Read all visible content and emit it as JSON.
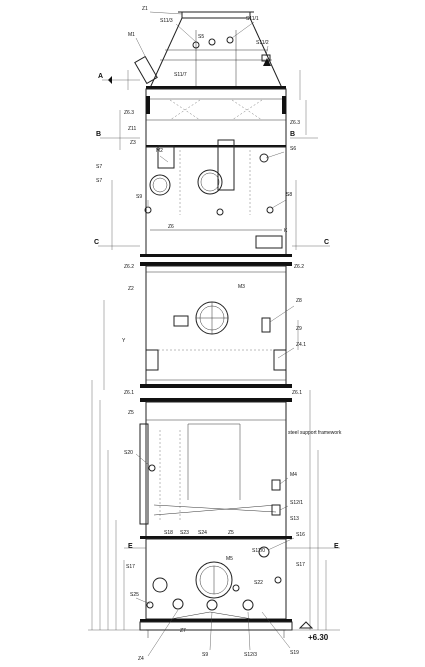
{
  "sections": {
    "a": "A",
    "b": "B",
    "c": "C",
    "e": "E"
  },
  "nozzles": [
    {
      "id": "n-z1",
      "label": "Z1"
    },
    {
      "id": "n-s11-3",
      "label": "S11/3"
    },
    {
      "id": "n-s11-1",
      "label": "S11/1"
    },
    {
      "id": "n-m1",
      "label": "M1"
    },
    {
      "id": "n-s5",
      "label": "S5"
    },
    {
      "id": "n-s11-2",
      "label": "S11/2"
    },
    {
      "id": "n-s11-7",
      "label": "S11/7"
    },
    {
      "id": "n-z6-3",
      "label": "Z6.3"
    },
    {
      "id": "n-z11",
      "label": "Z11"
    },
    {
      "id": "n-z6-3b",
      "label": "Z6.3"
    },
    {
      "id": "n-s6",
      "label": "S6"
    },
    {
      "id": "n-z3",
      "label": "Z3"
    },
    {
      "id": "n-m2",
      "label": "M2"
    },
    {
      "id": "n-s7a",
      "label": "S7"
    },
    {
      "id": "n-s7b",
      "label": "S7"
    },
    {
      "id": "n-s9",
      "label": "S9"
    },
    {
      "id": "n-s8",
      "label": "S8"
    },
    {
      "id": "n-z6",
      "label": "Z6"
    },
    {
      "id": "n-k",
      "label": "K"
    },
    {
      "id": "n-z6-2",
      "label": "Z6.2"
    },
    {
      "id": "n-z6-2b",
      "label": "Z6.2"
    },
    {
      "id": "n-z2",
      "label": "Z2"
    },
    {
      "id": "n-m3",
      "label": "M3"
    },
    {
      "id": "n-z8",
      "label": "Z8"
    },
    {
      "id": "n-z9",
      "label": "Z9"
    },
    {
      "id": "n-y",
      "label": "Y"
    },
    {
      "id": "n-z4-1",
      "label": "Z4.1"
    },
    {
      "id": "n-z6-1",
      "label": "Z6.1"
    },
    {
      "id": "n-z6-1b",
      "label": "Z6.1"
    },
    {
      "id": "n-z5",
      "label": "Z5"
    },
    {
      "id": "n-s20",
      "label": "S20"
    },
    {
      "id": "n-m4",
      "label": "M4"
    },
    {
      "id": "n-s12-1",
      "label": "S12/1"
    },
    {
      "id": "n-s13",
      "label": "S13"
    },
    {
      "id": "n-s16",
      "label": "S16"
    },
    {
      "id": "n-s18",
      "label": "S18"
    },
    {
      "id": "n-s23",
      "label": "S23"
    },
    {
      "id": "n-s24",
      "label": "S24"
    },
    {
      "id": "n-z5b",
      "label": "Z5"
    },
    {
      "id": "n-m5",
      "label": "M5"
    },
    {
      "id": "n-s12-0",
      "label": "S12/0"
    },
    {
      "id": "n-s17a",
      "label": "S17"
    },
    {
      "id": "n-s17b",
      "label": "S17"
    },
    {
      "id": "n-s22",
      "label": "S22"
    },
    {
      "id": "n-s25",
      "label": "S25"
    },
    {
      "id": "n-z7",
      "label": "Z7"
    },
    {
      "id": "n-z4",
      "label": "Z4"
    },
    {
      "id": "n-s9b",
      "label": "S9"
    },
    {
      "id": "n-s12-3",
      "label": "S12/3"
    },
    {
      "id": "n-s19",
      "label": "S19"
    }
  ],
  "notes": {
    "elevation": "+6.30",
    "support": "steel support framework"
  }
}
